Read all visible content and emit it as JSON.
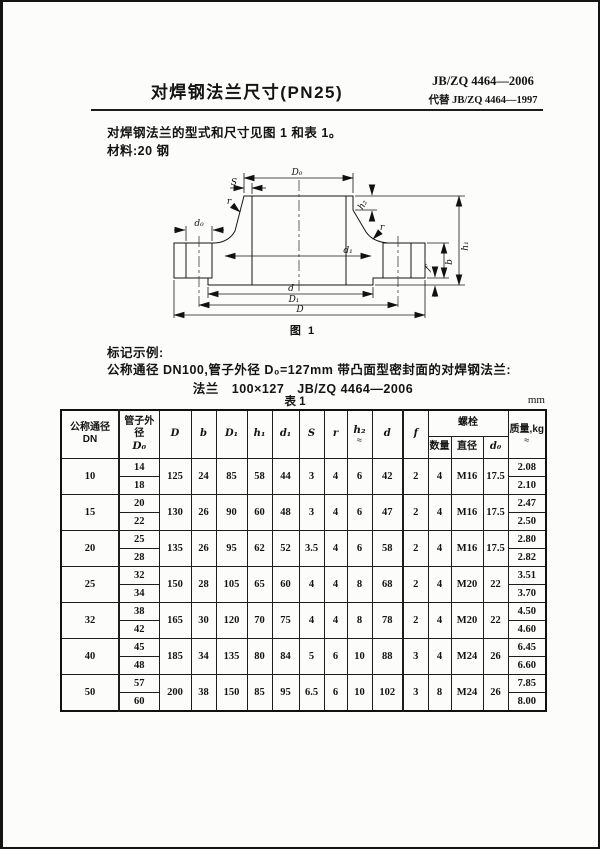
{
  "page": {
    "standard_no": "JB/ZQ 4464—2006",
    "replaces": "代替 JB/ZQ 4464—1997",
    "title": "对焊钢法兰尺寸(PN25)",
    "intro_line1": "对焊钢法兰的型式和尺寸见图 1 和表 1。",
    "intro_line2": "材料:20 钢",
    "example_heading": "标记示例:",
    "example_line": "公称通径 DN100,管子外径 D₀=127mm 带凸面型密封面的对焊钢法兰:",
    "example_designation": "法兰　100×127　JB/ZQ 4464—2006",
    "table_caption": "表 1",
    "unit": "mm"
  },
  "figure": {
    "caption": "图 1",
    "labels": {
      "D0": "D₀",
      "S": "S",
      "r_left": "r",
      "r_right": "r",
      "h2": "h₂",
      "d0": "d₀",
      "d1": "d₁",
      "h1": "h₁",
      "b": "b",
      "f": "f",
      "d": "d",
      "D1": "D₁",
      "D": "D"
    }
  },
  "table": {
    "headers": {
      "dn_line1": "公称通径",
      "dn_line2": "DN",
      "pipe_line1": "管子外径",
      "pipe_line2": "D₀",
      "D": "D",
      "b": "b",
      "D1": "D₁",
      "h1": "h₁",
      "d1": "d₁",
      "S": "S",
      "r": "r",
      "h2": "h₂",
      "d": "d",
      "f": "f",
      "bolt_group": "螺栓",
      "bolt_qty": "数量",
      "bolt_dia": "直径",
      "bolt_d0": "d₀",
      "mass": "质量,kg",
      "approx": "≈"
    },
    "rows": [
      {
        "dn": "10",
        "pipe_od": [
          "14",
          "18"
        ],
        "D": "125",
        "b": "24",
        "D1": "85",
        "h1": "58",
        "d1": "44",
        "S": "3",
        "r": "4",
        "h2": "6",
        "d": "42",
        "f": "2",
        "qty": "4",
        "dia": "M16",
        "d0_hole": "17.5",
        "mass": [
          "2.08",
          "2.10"
        ]
      },
      {
        "dn": "15",
        "pipe_od": [
          "20",
          "22"
        ],
        "D": "130",
        "b": "26",
        "D1": "90",
        "h1": "60",
        "d1": "48",
        "S": "3",
        "r": "4",
        "h2": "6",
        "d": "47",
        "f": "2",
        "qty": "4",
        "dia": "M16",
        "d0_hole": "17.5",
        "mass": [
          "2.47",
          "2.50"
        ]
      },
      {
        "dn": "20",
        "pipe_od": [
          "25",
          "28"
        ],
        "D": "135",
        "b": "26",
        "D1": "95",
        "h1": "62",
        "d1": "52",
        "S": "3.5",
        "r": "4",
        "h2": "6",
        "d": "58",
        "f": "2",
        "qty": "4",
        "dia": "M16",
        "d0_hole": "17.5",
        "mass": [
          "2.80",
          "2.82"
        ]
      },
      {
        "dn": "25",
        "pipe_od": [
          "32",
          "34"
        ],
        "D": "150",
        "b": "28",
        "D1": "105",
        "h1": "65",
        "d1": "60",
        "S": "4",
        "r": "4",
        "h2": "8",
        "d": "68",
        "f": "2",
        "qty": "4",
        "dia": "M20",
        "d0_hole": "22",
        "mass": [
          "3.51",
          "3.70"
        ]
      },
      {
        "dn": "32",
        "pipe_od": [
          "38",
          "42"
        ],
        "D": "165",
        "b": "30",
        "D1": "120",
        "h1": "70",
        "d1": "75",
        "S": "4",
        "r": "4",
        "h2": "8",
        "d": "78",
        "f": "2",
        "qty": "4",
        "dia": "M20",
        "d0_hole": "22",
        "mass": [
          "4.50",
          "4.60"
        ]
      },
      {
        "dn": "40",
        "pipe_od": [
          "45",
          "48"
        ],
        "D": "185",
        "b": "34",
        "D1": "135",
        "h1": "80",
        "d1": "84",
        "S": "5",
        "r": "6",
        "h2": "10",
        "d": "88",
        "f": "3",
        "qty": "4",
        "dia": "M24",
        "d0_hole": "26",
        "mass": [
          "6.45",
          "6.60"
        ]
      },
      {
        "dn": "50",
        "pipe_od": [
          "57",
          "60"
        ],
        "D": "200",
        "b": "38",
        "D1": "150",
        "h1": "85",
        "d1": "95",
        "S": "6.5",
        "r": "6",
        "h2": "10",
        "d": "102",
        "f": "3",
        "qty": "8",
        "dia": "M24",
        "d0_hole": "26",
        "mass": [
          "7.85",
          "8.00"
        ]
      }
    ]
  }
}
